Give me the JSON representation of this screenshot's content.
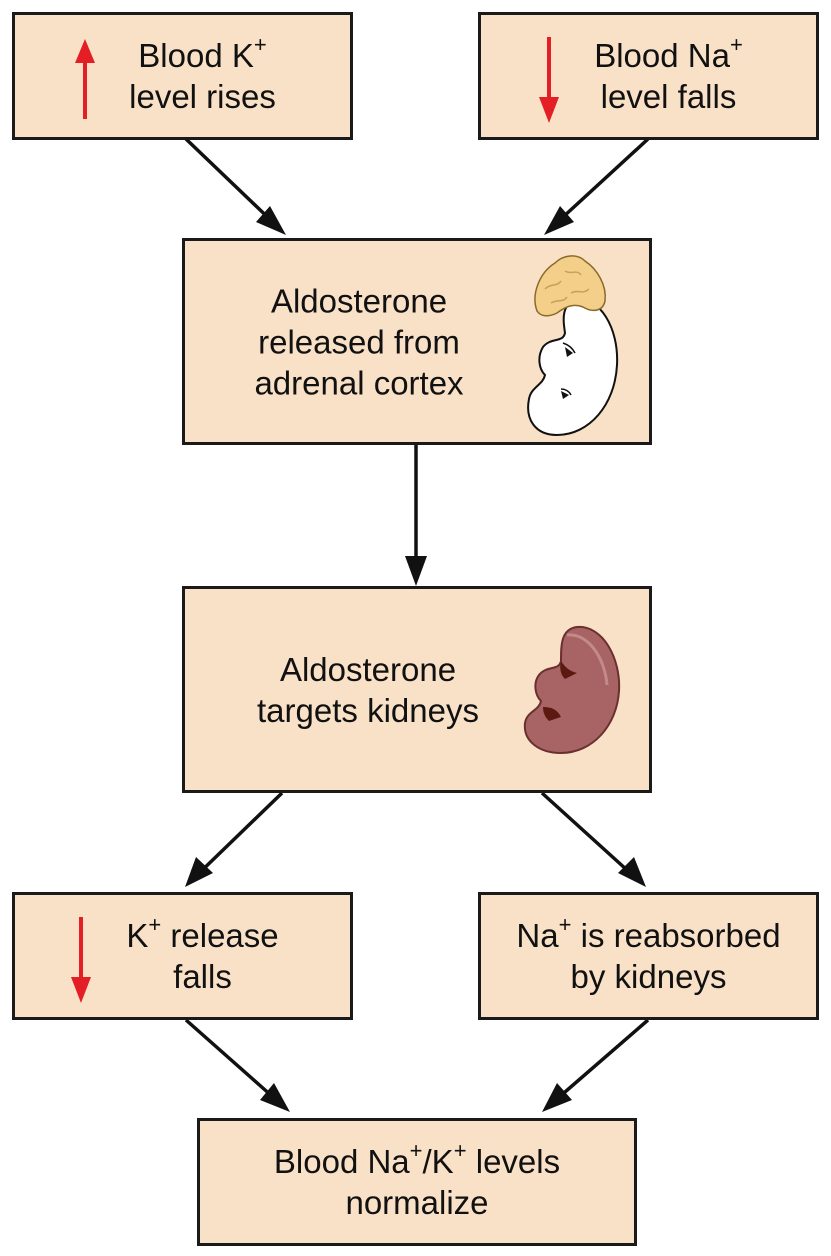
{
  "colors": {
    "box_fill": "#f9e1c8",
    "border": "#1a1a1a",
    "indicator_red": "#e31e24"
  },
  "boxes": {
    "potassium_rise": {
      "pre": "Blood K",
      "sup": "+",
      "post": "",
      "line2": "level rises",
      "indicator": "up-arrow-icon"
    },
    "sodium_fall": {
      "pre": "Blood Na",
      "sup": "+",
      "post": "",
      "line2": "level falls",
      "indicator": "down-arrow-icon"
    },
    "aldosterone_release": {
      "line1": "Aldosterone",
      "line2": "released from",
      "line3": "adrenal cortex",
      "icon": "adrenal-gland-kidney-icon"
    },
    "aldosterone_targets": {
      "line1": "Aldosterone",
      "line2": "targets kidneys",
      "icon": "kidney-icon"
    },
    "k_release": {
      "pre": "K",
      "sup": "+",
      "post": " release",
      "line2": "falls",
      "indicator": "down-arrow-icon"
    },
    "na_reabsorbed": {
      "pre": "Na",
      "sup": "+",
      "post": " is reabsorbed",
      "line2": "by kidneys"
    },
    "normalize": {
      "pre": "Blood Na",
      "sup1": "+",
      "mid": "/K",
      "sup2": "+",
      "post": " levels",
      "line2": "normalize"
    }
  }
}
